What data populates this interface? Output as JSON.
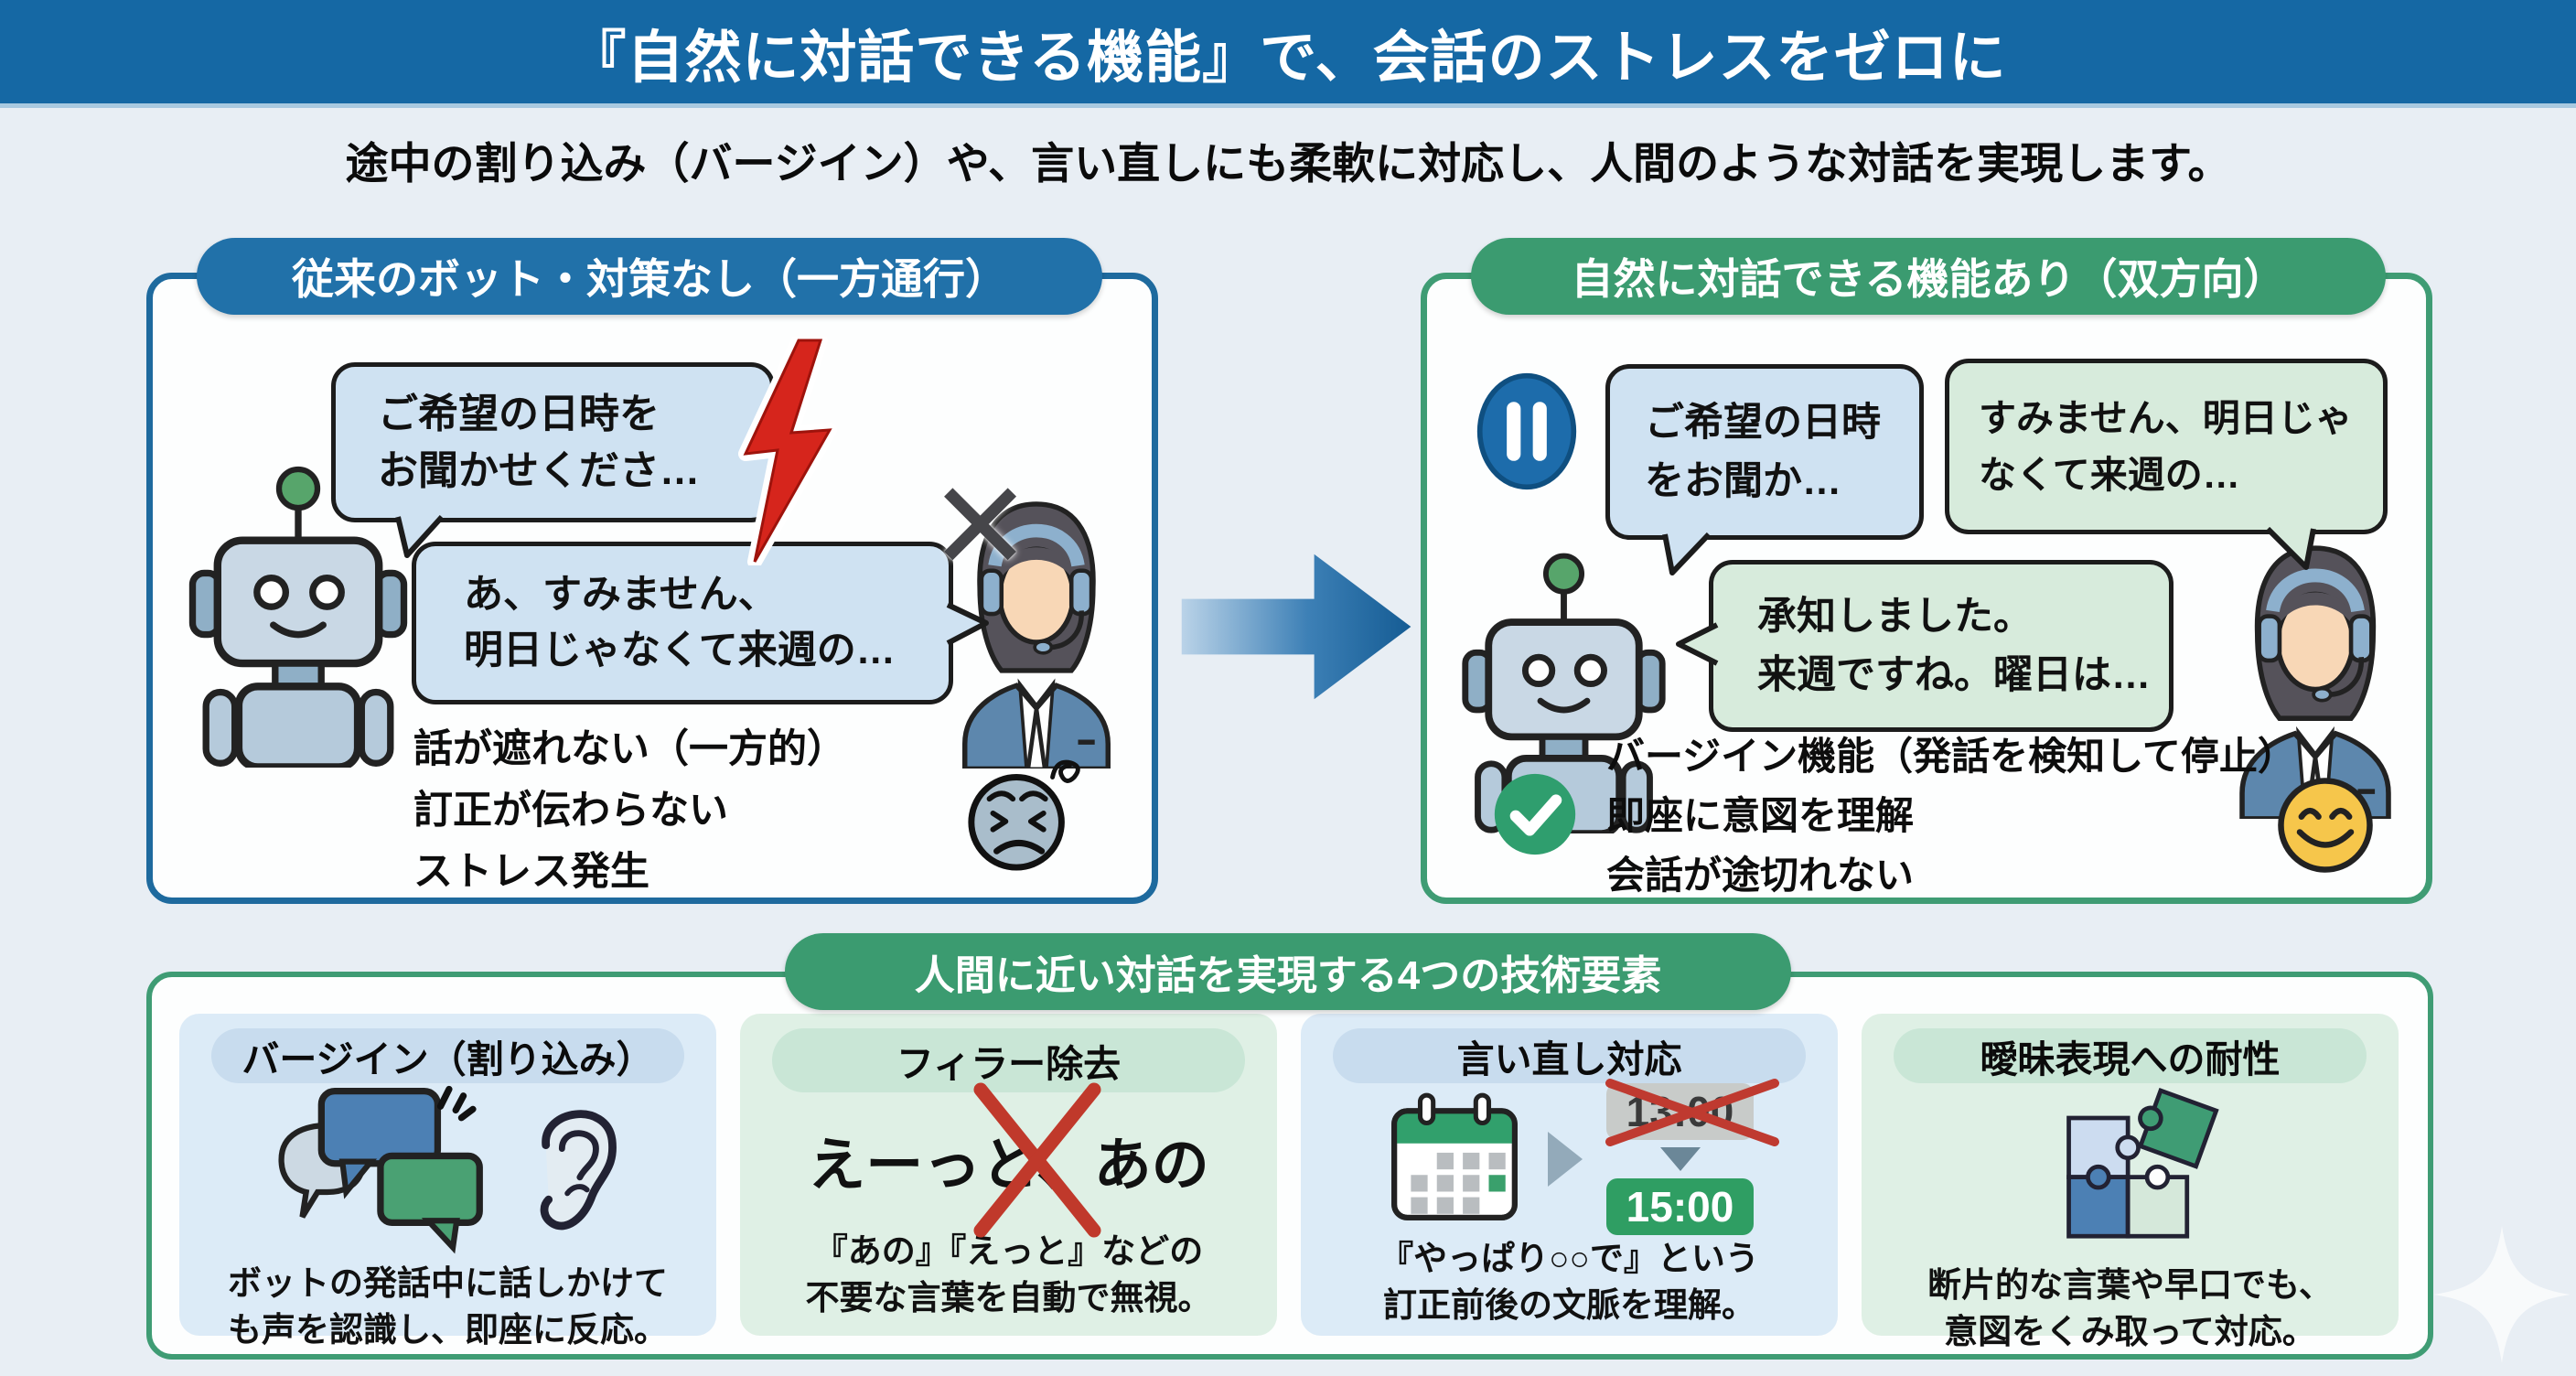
{
  "banner": {
    "title": "『自然に対話できる機能』で、会話のストレスをゼロに"
  },
  "subtitle": "途中の割り込み（バージイン）や、言い直しにも柔軟に対応し、人間のような対話を実現します。",
  "left_panel": {
    "header": "従来のボット・対策なし（一方通行）",
    "bot_bubble": {
      "line1": "ご希望の日時を",
      "line2": "お聞かせくださ…"
    },
    "user_bubble": {
      "line1": "あ、すみません、",
      "line2": "明日じゃなくて来週の…"
    },
    "x_mark": "✕",
    "notes": [
      "話が遮れない（一方的）",
      "訂正が伝わらない",
      "ストレス発生"
    ]
  },
  "right_panel": {
    "header": "自然に対話できる機能あり（双方向）",
    "bot_bubble": {
      "line1": "ご希望の日時",
      "line2": "をお聞か…"
    },
    "user_bubble": {
      "line1": "すみません、明日じゃ",
      "line2": "なくて来週の…"
    },
    "bot_reply_bubble": {
      "line1": "承知しました。",
      "line2": "来週ですね。曜日は…"
    },
    "notes": [
      "バージイン機能（発話を検知して停止）",
      "即座に意図を理解",
      "会話が途切れない"
    ]
  },
  "bottom": {
    "header": "人間に近い対話を実現する4つの技術要素",
    "cards": [
      {
        "title": "バージイン（割り込み）",
        "desc_line1": "ボットの発話中に話しかけて",
        "desc_line2": "も声を認識し、即座に反応。"
      },
      {
        "title": "フィラー除去",
        "example_pre": "えーっ",
        "example_struck": "と、",
        "example_post": "あの",
        "desc_line1": "『あの』『えっと』などの",
        "desc_line2": "不要な言葉を自動で無視。"
      },
      {
        "title": "言い直し対応",
        "old_time": "13:00",
        "new_time": "15:00",
        "desc_line1": "『やっぱり○○で』という",
        "desc_line2": "訂正前後の文脈を理解。"
      },
      {
        "title": "曖昧表現への耐性",
        "desc_line1": "断片的な言葉や早口でも、",
        "desc_line2": "意図をくみ取って対応。"
      }
    ]
  },
  "colors": {
    "banner_blue": "#1568a4",
    "panel_blue": "#2171a9",
    "panel_green": "#3b9b70",
    "bubble_blue": "#cfe2f2",
    "bubble_green": "#d7ebdc",
    "alert_red": "#d6251c",
    "ok_green": "#2f9e6e",
    "smiley_yellow": "#f6c64b",
    "time_new_green": "#2f9e63"
  }
}
